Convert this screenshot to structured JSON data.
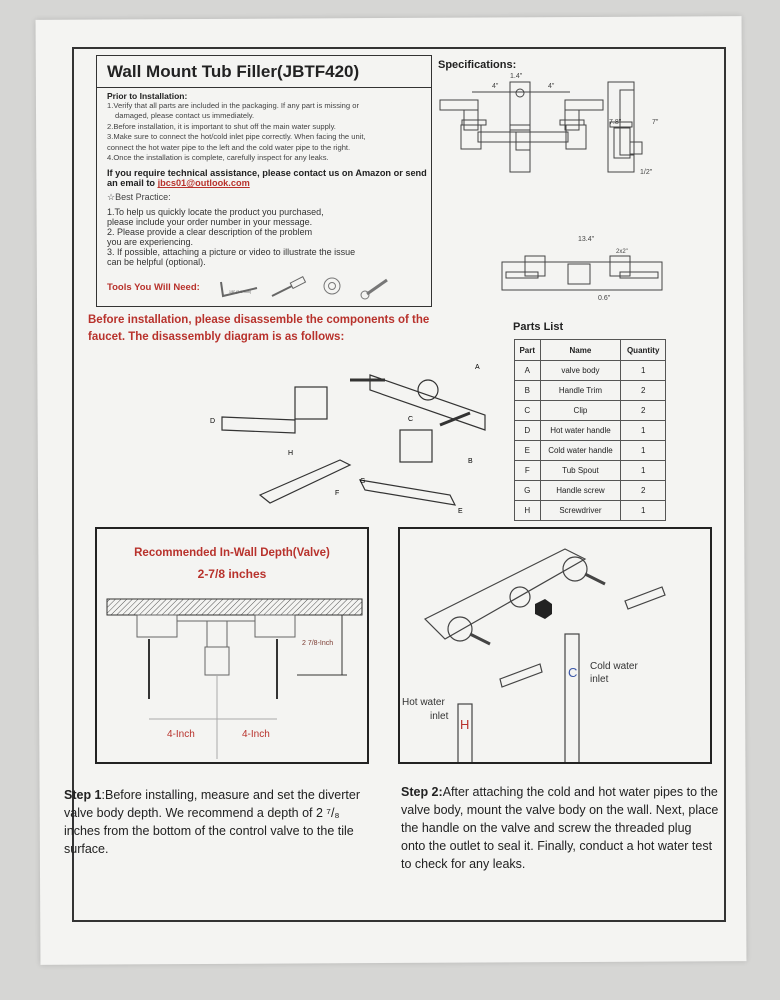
{
  "title": "Wall Mount Tub Filler(JBTF420)",
  "prior": {
    "heading": "Prior to Installation:",
    "items": [
      "1.Verify that all parts are included in the packaging. If any part is missing or",
      "damaged, please contact us immediately.",
      "2.Before installation, it is important to shut off the main water supply.",
      "3.Make sure to connect the hot/cold inlet pipe correctly. When facing the unit,",
      "connect the hot water pipe to the left and the cold water pipe to the right.",
      "4.Once the installation is complete, carefully inspect for any leaks."
    ]
  },
  "assistance": {
    "text": "If you require technical assistance, please contact us on Amazon or send an email to",
    "email": "jbcs01@outlook.com"
  },
  "best_practice": {
    "heading": "☆Best Practice:",
    "items": [
      "1.To help us quickly locate the product you purchased,",
      "please include your order number  in your message.",
      "2. Please provide a clear description of the problem",
      "you are experiencing.",
      "3. If possible, attaching a picture or video to illustrate the issue",
      "can be helpful (optional)."
    ]
  },
  "tools": {
    "label": "Tools You Will Need:",
    "hex_key_size": "1/8\" (3.17mm)"
  },
  "specs": {
    "heading": "Specifications:",
    "spout_width": "1.4\"",
    "left_spacing": "4\"",
    "right_spacing": "4\"",
    "height_total": "7.8\"",
    "height_spout": "7\"",
    "inlet": "1/2\"",
    "overall_width": "13.4\"",
    "trim_size": "2x2\"",
    "gap": "0.6\""
  },
  "disassembly": {
    "line1": "Before installation, please disassemble the components of the",
    "line2": "faucet. The disassembly diagram is as follows:",
    "labels": [
      "A",
      "B",
      "C",
      "D",
      "E",
      "F",
      "G",
      "H"
    ]
  },
  "parts_list": {
    "heading": "Parts List",
    "columns": [
      "Part",
      "Name",
      "Quantity"
    ],
    "rows": [
      [
        "A",
        "valve body",
        "1"
      ],
      [
        "B",
        "Handle Trim",
        "2"
      ],
      [
        "C",
        "Clip",
        "2"
      ],
      [
        "D",
        "Hot water handle",
        "1"
      ],
      [
        "E",
        "Cold water handle",
        "1"
      ],
      [
        "F",
        "Tub Spout",
        "1"
      ],
      [
        "G",
        "Handle screw",
        "2"
      ],
      [
        "H",
        "Screwdriver",
        "1"
      ]
    ]
  },
  "depth_diagram": {
    "title": "Recommended In-Wall Depth(Valve)",
    "value": "2-7/8 inches",
    "depth_label": "2 7/8-Inch",
    "left_spacing": "4-Inch",
    "right_spacing": "4-Inch"
  },
  "mount_diagram": {
    "cold_letter": "C",
    "cold_label_1": "Cold water",
    "cold_label_2": "inlet",
    "hot_letter": "H",
    "hot_label_1": "Hot water",
    "hot_label_2": "inlet"
  },
  "step1": {
    "label": "Step 1",
    "text": ":Before installing, measure and set the diverter valve body depth. We recommend a depth of 2 ⁷/₈ inches from the bottom of the control valve to the tile surface."
  },
  "step2": {
    "label": "Step 2:",
    "text": "After attaching the cold and hot water pipes to the valve body, mount the valve body on the wall. Next, place the handle on the valve and screw the threaded plug onto the outlet to seal it. Finally, conduct a hot water test to check for any leaks."
  },
  "colors": {
    "accent_red": "#b8322c",
    "paper": "#f4f4f2",
    "background": "#d6d6d4"
  }
}
